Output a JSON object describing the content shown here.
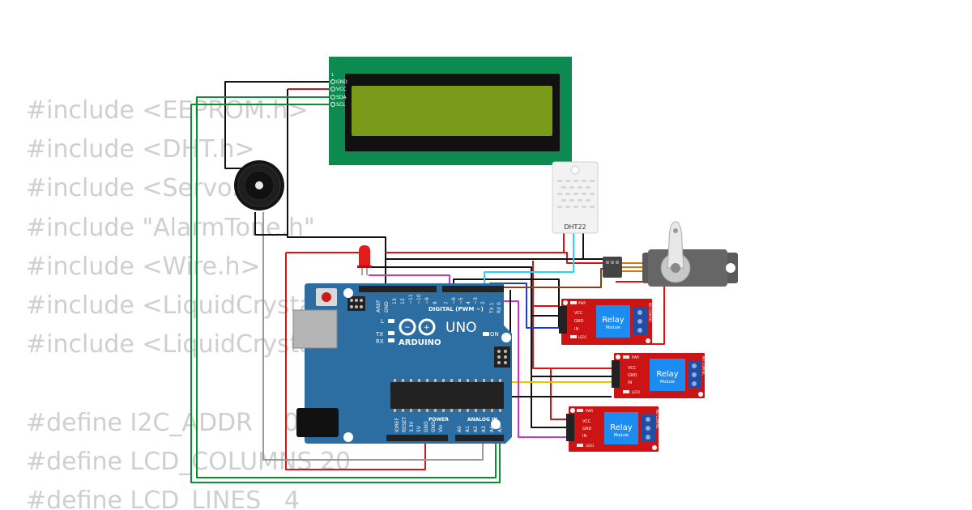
{
  "code_lines": [
    "#include <EEPROM.h>",
    "#include <DHT.h>",
    "#include <Servo.h>",
    "#include \"AlarmTone.h\"",
    "#include <Wire.h>",
    "#include <LiquidCrystal_I2C.h>",
    "#include <LiquidCrystal_I2C.h>",
    "",
    "#define I2C_ADDR    0x27",
    "#define LCD_COLUMNS 20",
    "#define LCD_LINES   4"
  ],
  "lcd": {
    "pins": [
      "GND",
      "VCC",
      "SDA",
      "SCL"
    ]
  },
  "dht": {
    "label": "DHT22"
  },
  "arduino": {
    "brand": "ARDUINO",
    "model": "UNO",
    "digital_label": "DIGITAL (PWM ~)",
    "power_label": "POWER",
    "analog_label": "ANALOG IN",
    "on_label": "ON",
    "led_l": "L",
    "led_tx": "TX",
    "led_rx": "RX",
    "aref": "AREF",
    "gnd": "GND",
    "digital_pins": [
      "13",
      "12",
      "~11",
      "~10",
      "~9",
      "8",
      "7",
      "~6",
      "~5",
      "4",
      "~3",
      "2",
      "TX 1",
      "RX 0"
    ],
    "power_pins": [
      "IOREF",
      "RESET",
      "3.3V",
      "5V",
      "GND",
      "GND",
      "Vin"
    ],
    "analog_pins": [
      "A0",
      "A1",
      "A2",
      "A3",
      "A4",
      "A5"
    ]
  },
  "relays": [
    {
      "label": "Relay",
      "sub": "Module",
      "pins": [
        "VCC",
        "GND",
        "IN"
      ],
      "pwr": "PWR",
      "led": "LED1",
      "terminals": "NO COM NC"
    },
    {
      "label": "Relay",
      "sub": "Module",
      "pins": [
        "VCC",
        "GND",
        "IN"
      ],
      "pwr": "PWR",
      "led": "LED1",
      "terminals": "NO COM NC"
    },
    {
      "label": "Relay",
      "sub": "Module",
      "pins": [
        "VCC",
        "GND",
        "IN"
      ],
      "pwr": "PWR",
      "led": "LED1",
      "terminals": "NO COM NC"
    }
  ],
  "colors": {
    "code_text": "#cfcfcf",
    "pcb_green": "#0d8a4f",
    "lcd_screen": "#7a9a1a",
    "arduino_board": "#2c6ea2",
    "relay_board": "#cc1414",
    "relay_module": "#1d8cf0",
    "wire_black": "#111111",
    "wire_red": "#e01010",
    "wire_green": "#0a8f30",
    "wire_gray": "#9a9a9a",
    "wire_magenta": "#d030d0",
    "wire_blue": "#1a3adf",
    "wire_cyan": "#30d0f0",
    "wire_yellow": "#e6c600",
    "wire_brown": "#8a4010"
  }
}
